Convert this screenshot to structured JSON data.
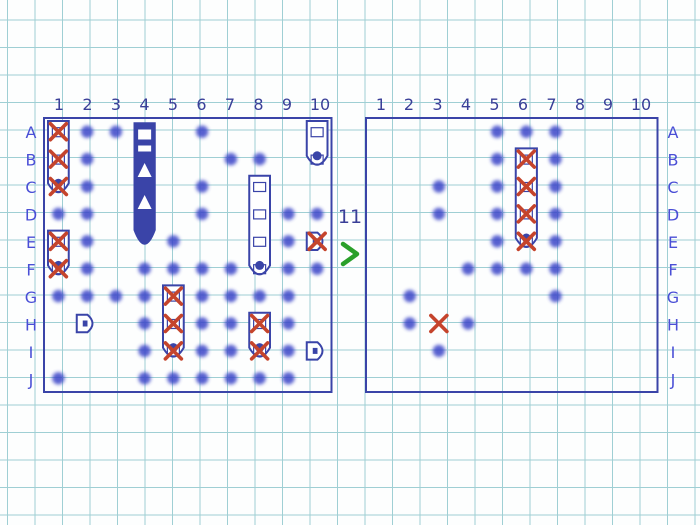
{
  "columns": [
    "1",
    "2",
    "3",
    "4",
    "5",
    "6",
    "7",
    "8",
    "9",
    "10"
  ],
  "rows": [
    "A",
    "B",
    "C",
    "D",
    "E",
    "F",
    "G",
    "H",
    "I",
    "J"
  ],
  "shots_remaining": "11",
  "turn_indicator_icon": "green-chevron-right-icon",
  "colors": {
    "ink": "#3a44a8",
    "hit": "#c5442c",
    "miss": "#3b45c8",
    "arrow": "#2aa02a",
    "grid": "#9fcfd4"
  },
  "player_board": {
    "ships": [
      {
        "kind": "battleship",
        "cells": [
          "4A",
          "4B",
          "4C",
          "4D",
          "4E"
        ]
      },
      {
        "kind": "carrier",
        "cells": [
          "8C",
          "8D",
          "8E",
          "8F"
        ]
      },
      {
        "kind": "cruiser",
        "cells": [
          "1A",
          "1B",
          "1C"
        ]
      },
      {
        "kind": "cruiser",
        "cells": [
          "5G",
          "5H",
          "5I"
        ]
      },
      {
        "kind": "destroyer",
        "cells": [
          "1E",
          "1F"
        ]
      },
      {
        "kind": "destroyer",
        "cells": [
          "10A",
          "10B"
        ]
      },
      {
        "kind": "destroyer",
        "cells": [
          "8H",
          "8I"
        ]
      },
      {
        "kind": "submarine",
        "cells": [
          "10E"
        ]
      },
      {
        "kind": "submarine",
        "cells": [
          "2H"
        ]
      },
      {
        "kind": "submarine",
        "cells": [
          "10I"
        ]
      }
    ],
    "hits": [
      "1A",
      "1B",
      "1C",
      "1E",
      "1F",
      "10E",
      "5G",
      "5H",
      "5I",
      "8H",
      "8I"
    ],
    "misses": [
      "2A",
      "3A",
      "6A",
      "2B",
      "7B",
      "8B",
      "2C",
      "6C",
      "1D",
      "2D",
      "6D",
      "9D",
      "10D",
      "2E",
      "5E",
      "9E",
      "2F",
      "4F",
      "5F",
      "6F",
      "7F",
      "9F",
      "10F",
      "1G",
      "2G",
      "3G",
      "4G",
      "6G",
      "7G",
      "8G",
      "9G",
      "4H",
      "6H",
      "7H",
      "9H",
      "4I",
      "6I",
      "7I",
      "9I",
      "1J",
      "4J",
      "5J",
      "6J",
      "7J",
      "8J",
      "9J"
    ]
  },
  "enemy_board": {
    "sunk_ships": [
      {
        "kind": "battleship",
        "cells": [
          "6B",
          "6C",
          "6D",
          "6E"
        ]
      }
    ],
    "hits": [
      "6B",
      "6C",
      "6D",
      "6E",
      "3H"
    ],
    "misses": [
      "5A",
      "6A",
      "7A",
      "5B",
      "7B",
      "3C",
      "5C",
      "7C",
      "3D",
      "5D",
      "7D",
      "5E",
      "7E",
      "4F",
      "5F",
      "6F",
      "7F",
      "2G",
      "7G",
      "2H",
      "4H",
      "3I"
    ]
  }
}
